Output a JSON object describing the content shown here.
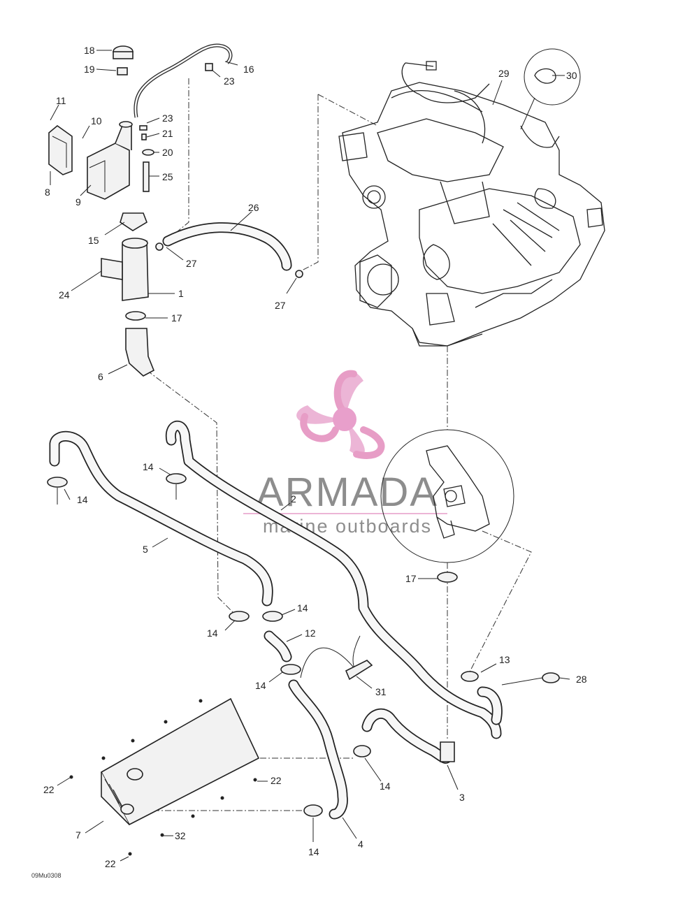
{
  "diagram": {
    "reference_code": "09Mu0308",
    "watermark": {
      "brand": "ARMADA",
      "tagline": "marine outboards"
    },
    "callouts": [
      "18",
      "19",
      "16",
      "23",
      "11",
      "10",
      "23",
      "21",
      "20",
      "25",
      "8",
      "9",
      "15",
      "26",
      "27",
      "24",
      "1",
      "17",
      "27",
      "6",
      "29",
      "30",
      "14",
      "14",
      "2",
      "5",
      "17",
      "14",
      "14",
      "12",
      "14",
      "13",
      "28",
      "31",
      "3",
      "14",
      "22",
      "22",
      "7",
      "32",
      "14",
      "4",
      "22"
    ]
  }
}
